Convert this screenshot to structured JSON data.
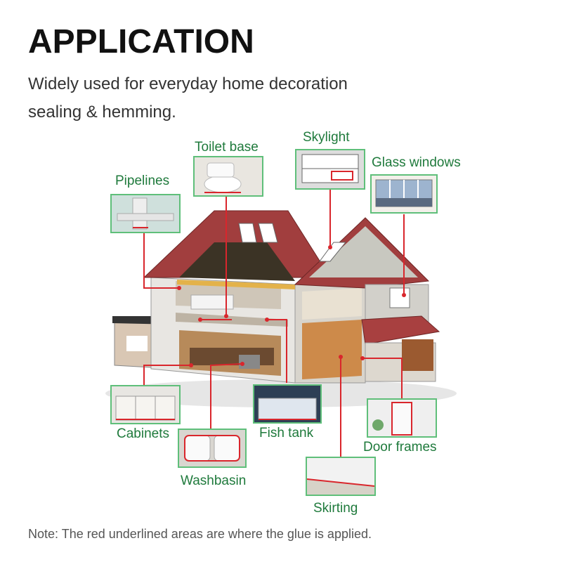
{
  "header": {
    "title": "APPLICATION",
    "subtitle": "Widely used for everyday home decoration sealing & hemming."
  },
  "applications": {
    "toilet_base": "Toilet base",
    "skylight": "Skylight",
    "glass_windows": "Glass windows",
    "pipelines": "Pipelines",
    "cabinets": "Cabinets",
    "fish_tank": "Fish tank",
    "door_frames": "Door frames",
    "washbasin": "Washbasin",
    "skirting": "Skirting"
  },
  "footer": {
    "note": "Note: The red underlined areas are where the glue is applied."
  },
  "colors": {
    "label_green": "#1f7a3c",
    "thumb_border": "#5fbf7a",
    "glue_line": "#d9262c",
    "roof": "#9c3b3b"
  }
}
